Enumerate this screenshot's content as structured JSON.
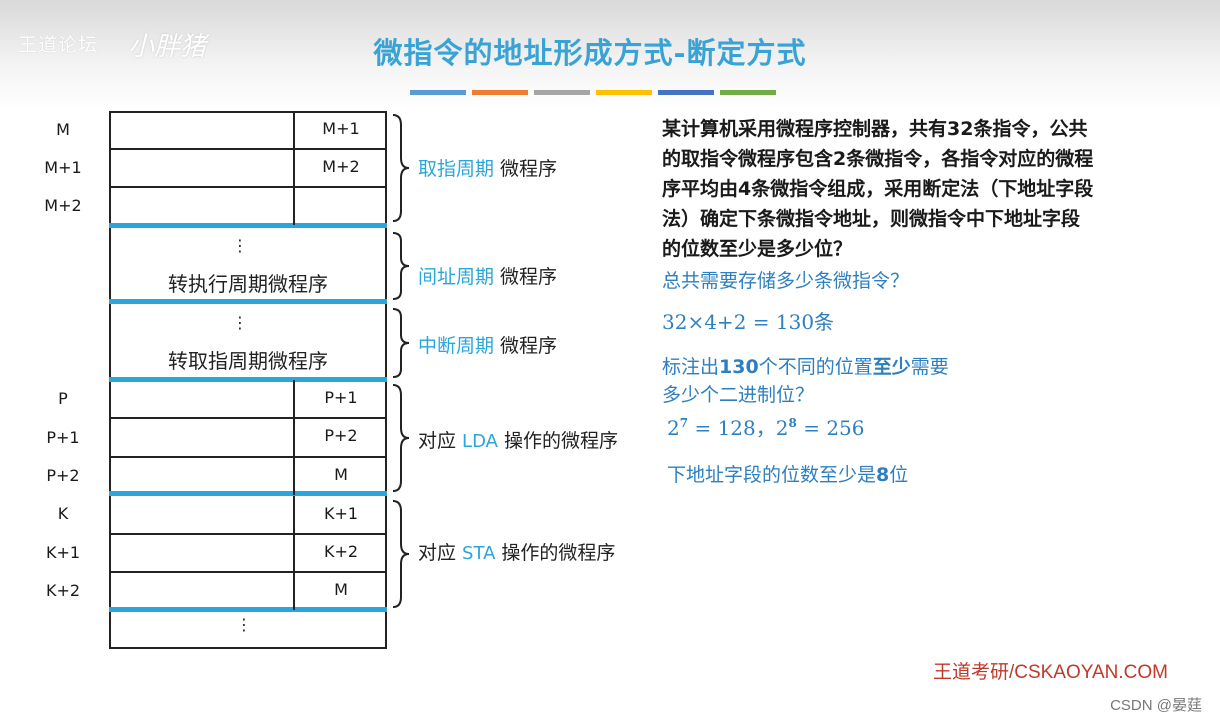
{
  "header": {
    "forum_logo": "王道论坛",
    "forum_logo_art": "小胖猪",
    "title": "微指令的地址形成方式-断定方式",
    "bar_colors": [
      "#5b9bd5",
      "#ed7d31",
      "#a5a5a5",
      "#ffc000",
      "#4472c4",
      "#70ad47"
    ]
  },
  "memory": {
    "addresses": [
      "M",
      "M+1",
      "M+2",
      "P",
      "P+1",
      "P+2",
      "K",
      "K+1",
      "K+2"
    ],
    "next_addresses": [
      "M+1",
      "M+2",
      "",
      "P+1",
      "P+2",
      "M",
      "K+1",
      "K+2",
      "M"
    ],
    "dots": "⋮",
    "block_exec": "转执行周期微程序",
    "block_fetch": "转取指周期微程序"
  },
  "braces": {
    "fetch_blue": "取指周期",
    "fetch_rest": " 微程序",
    "indirect_blue": "间址周期",
    "indirect_rest": " 微程序",
    "interrupt_blue": "中断周期",
    "interrupt_rest": " 微程序",
    "lda_pre": "对应 ",
    "lda_blue": "LDA",
    "lda_post": " 操作的微程序",
    "sta_pre": "对应 ",
    "sta_blue": "STA",
    "sta_post": " 操作的微程序"
  },
  "question": {
    "lines": [
      "某计算机采用微程序控制器，共有32条指令，公共",
      "的取指令微程序包含2条微指令，各指令对应的微程",
      "序平均由4条微指令组成，采用断定法（下地址字段",
      "法）确定下条微指令地址，则微指令中下地址字段",
      "的位数至少是多少位？"
    ]
  },
  "answers": {
    "q1": "总共需要存储多少条微指令？",
    "calc1": "32×4+2 = 130条",
    "q2_line1_a": "标注出",
    "q2_line1_b": "130",
    "q2_line1_c": "个不同的位置",
    "q2_line1_d": "至少",
    "q2_line1_e": "需要",
    "q2_line2": "多少个二进制位？",
    "pow_base1": "2",
    "pow_exp1": "7",
    "pow_val1": " = 128，",
    "pow_base2": "2",
    "pow_exp2": "8",
    "pow_val2": " = 256",
    "conclusion_a": "下地址字段的位数至少是",
    "conclusion_b": "8",
    "conclusion_c": "位"
  },
  "footer": {
    "brand": "王道考研/CSKAOYAN.COM",
    "credit": "CSDN @晏莛"
  }
}
